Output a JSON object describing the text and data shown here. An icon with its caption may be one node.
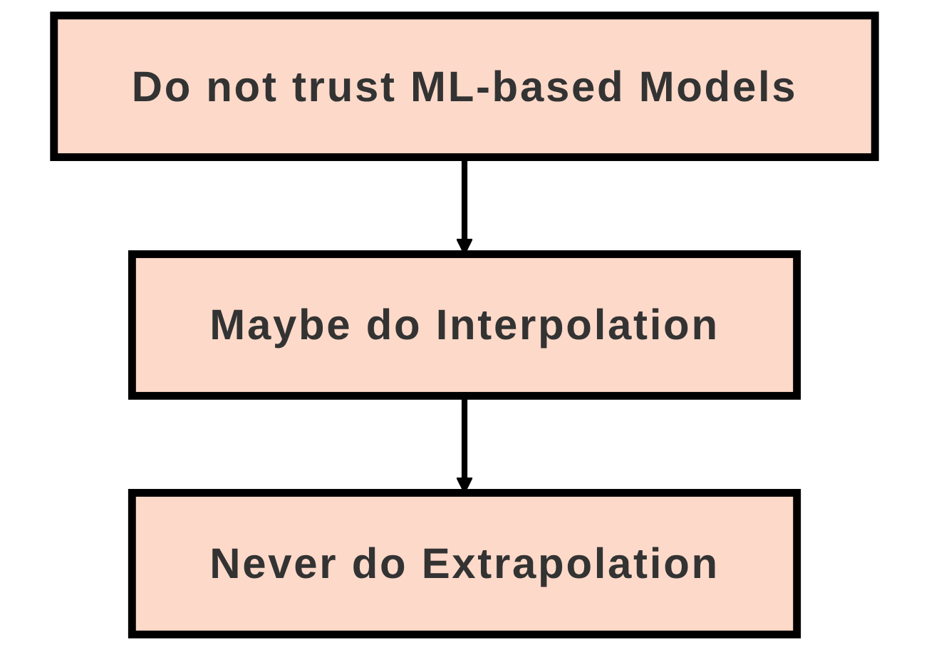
{
  "diagram": {
    "nodes": [
      {
        "text": [
          "Do not trust ML-based Models"
        ]
      },
      {
        "text": [
          "Maybe do Interpolation"
        ]
      },
      {
        "text": [
          "Never do Extrapolation"
        ]
      }
    ],
    "edges": [
      {
        "from": 0,
        "to": 1,
        "arrow": "to"
      },
      {
        "from": 1,
        "to": 2,
        "arrow": "to"
      }
    ]
  }
}
